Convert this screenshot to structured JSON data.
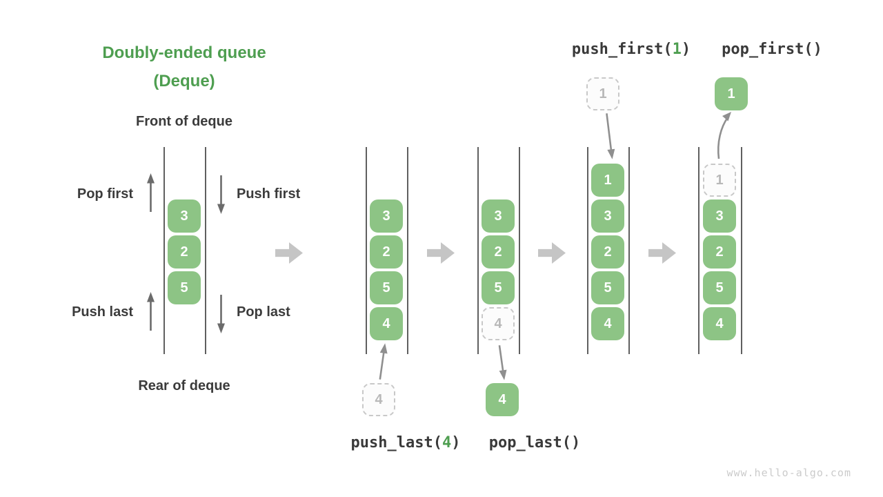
{
  "title": {
    "line1": "Doubly-ended queue",
    "line2": "(Deque)"
  },
  "left_diagram": {
    "front_label": "Front of deque",
    "rear_label": "Rear of deque",
    "pop_first_label": "Pop first",
    "push_first_label": "Push first",
    "push_last_label": "Push last",
    "pop_last_label": "Pop last",
    "cells": [
      "3",
      "2",
      "5"
    ]
  },
  "queues": {
    "q2": {
      "cells": [
        "3",
        "2",
        "5",
        "4"
      ],
      "incoming": "4"
    },
    "q3": {
      "cells": [
        "3",
        "2",
        "5"
      ],
      "ghost": "4",
      "outgoing": "4"
    },
    "q4": {
      "cells": [
        "1",
        "3",
        "2",
        "5",
        "4"
      ],
      "incoming": "1"
    },
    "q5": {
      "cells": [
        "3",
        "2",
        "5",
        "4"
      ],
      "ghost": "1",
      "outgoing": "1"
    }
  },
  "operations": {
    "push_first": {
      "pre": "push_first(",
      "arg": "1",
      "post": ")"
    },
    "pop_first": {
      "text": "pop_first()"
    },
    "push_last": {
      "pre": "push_last(",
      "arg": "4",
      "post": ")"
    },
    "pop_last": {
      "text": "pop_last()"
    }
  },
  "watermark": "www.hello-algo.com",
  "colors": {
    "accent_green": "#4e9e50",
    "cell_green": "#8dc485",
    "dark_text": "#3b3b3b",
    "ghost_border": "#c8c8c8",
    "flow_arrow_gray": "#c5c5c5",
    "thin_arrow_dark": "#6b6b6b",
    "thin_arrow_light": "#8f8f8f"
  }
}
